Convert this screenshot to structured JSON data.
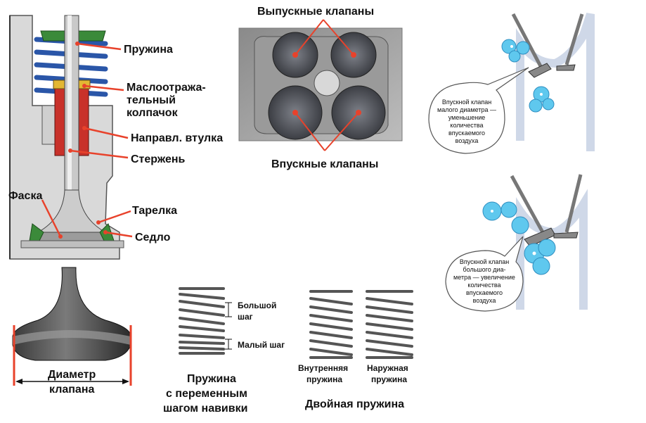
{
  "valve_section": {
    "spring": "Пружина",
    "oil_seal_line1": "Маслоотража-",
    "oil_seal_line2": "тельный",
    "oil_seal_line3": "колпачок",
    "guide": "Направл. втулка",
    "stem": "Стержень",
    "chamfer": "Фаска",
    "head": "Тарелка",
    "seat": "Седло"
  },
  "cylinder_head": {
    "exhaust": "Выпускные клапаны",
    "intake": "Впускные клапаны"
  },
  "valve_diameter": {
    "line1": "Диаметр",
    "line2": "клапана"
  },
  "variable_spring": {
    "big_pitch_line1": "Большой",
    "big_pitch_line2": "шаг",
    "small_pitch": "Малый шаг",
    "caption_line1": "Пружина",
    "caption_line2": "с переменным",
    "caption_line3": "шагом навивки"
  },
  "double_spring": {
    "inner_line1": "Внутренняя",
    "inner_line2": "пружина",
    "outer_line1": "Наружная",
    "outer_line2": "пружина",
    "caption": "Двойная пружина"
  },
  "small_valve_bubble": {
    "line1": "Впускной клапан",
    "line2": "малого диаметра —",
    "line3": "уменьшение",
    "line4": "количества",
    "line5": "впускаемого",
    "line6": "воздуха"
  },
  "large_valve_bubble": {
    "line1": "Впускной клапан",
    "line2": "большого диа-",
    "line3": "метра — увеличение",
    "line4": "количества",
    "line5": "впускаемого",
    "line6": "воздуха"
  },
  "colors": {
    "accent_red": "#e8422b",
    "spring_blue": "#2a56a8",
    "seal_green": "#3b8a3a",
    "cloud_blue": "#5fc8ee"
  }
}
